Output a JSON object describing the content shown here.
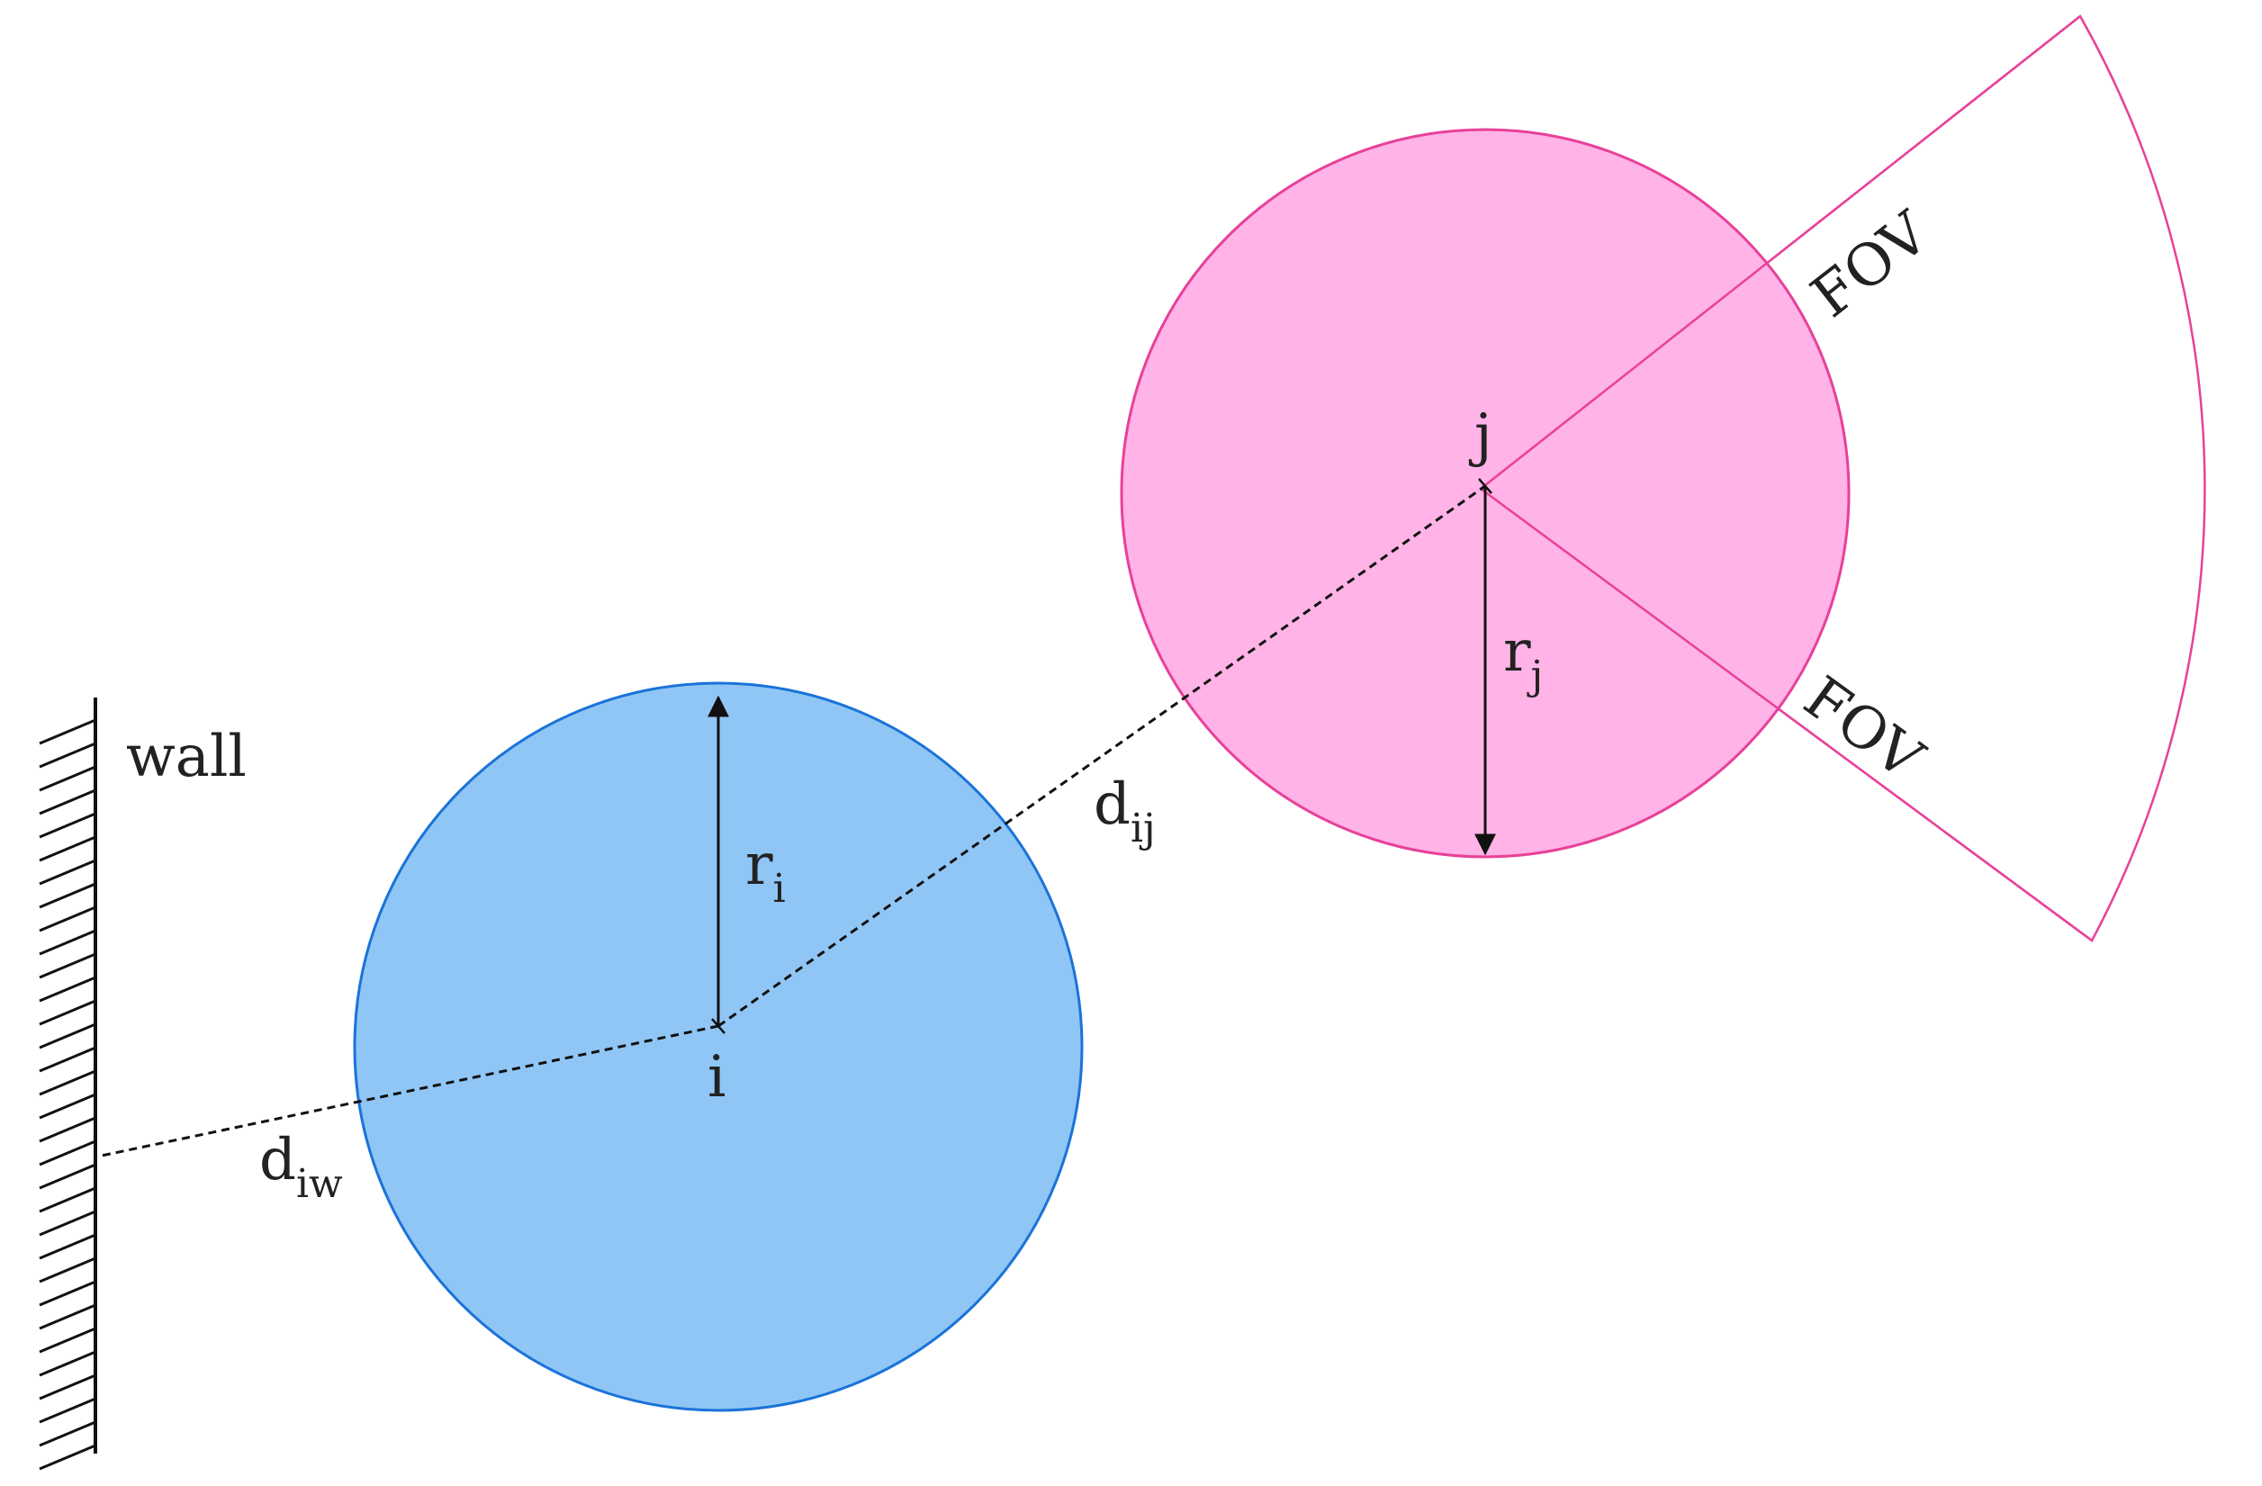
{
  "labels": {
    "wall": "wall",
    "i": "i",
    "j": "j",
    "r_i": {
      "base": "r",
      "sub": "i"
    },
    "r_j": {
      "base": "r",
      "sub": "j"
    },
    "d_ij": {
      "base": "d",
      "sub": "ij"
    },
    "d_iw": {
      "base": "d",
      "sub": "iw"
    },
    "fov_upper": "FOV",
    "fov_lower": "FOV"
  },
  "colors": {
    "agent_i_fill": "#90c6f5",
    "agent_i_stroke": "#1a73d9",
    "agent_j_fill": "#ffb3e6",
    "agent_j_stroke": "#e8409a",
    "fov_stroke": "#e8409a",
    "line": "#111111",
    "text": "#222222"
  }
}
